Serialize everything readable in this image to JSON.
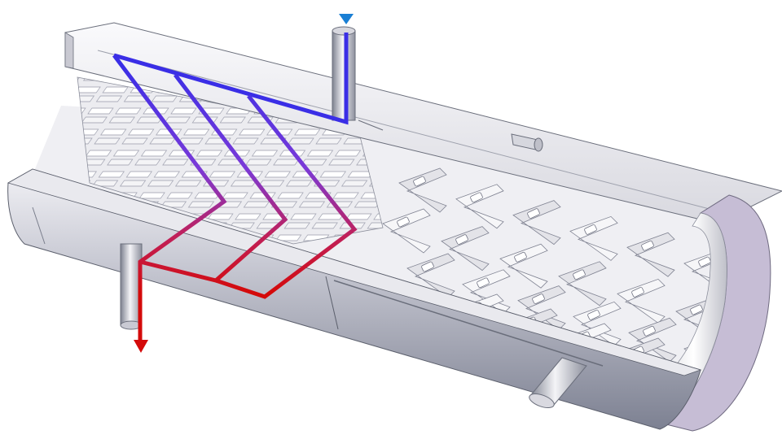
{
  "diagram": {
    "colors": {
      "inlet_flow": "#3a2ee6",
      "outlet_flow": "#d40a0a",
      "inlet_marker": "#1a7fd4",
      "shell_light": "#e4e4ea",
      "shell_dark": "#8a8e9c",
      "cut_face": "#c8bfd6",
      "baffle": "#e8e8ec",
      "edge": "#555a66"
    },
    "components": [
      {
        "id": "outer-shell",
        "icon": "cylinder-cutaway"
      },
      {
        "id": "inlet-nozzle-top",
        "icon": "pipe-nozzle"
      },
      {
        "id": "outlet-nozzle-bottom",
        "icon": "pipe-nozzle"
      },
      {
        "id": "side-nozzle",
        "icon": "pipe-nozzle"
      },
      {
        "id": "baffle-array",
        "icon": "herringbone-baffles"
      },
      {
        "id": "flow-path",
        "icon": "zigzag-arrow"
      }
    ]
  }
}
